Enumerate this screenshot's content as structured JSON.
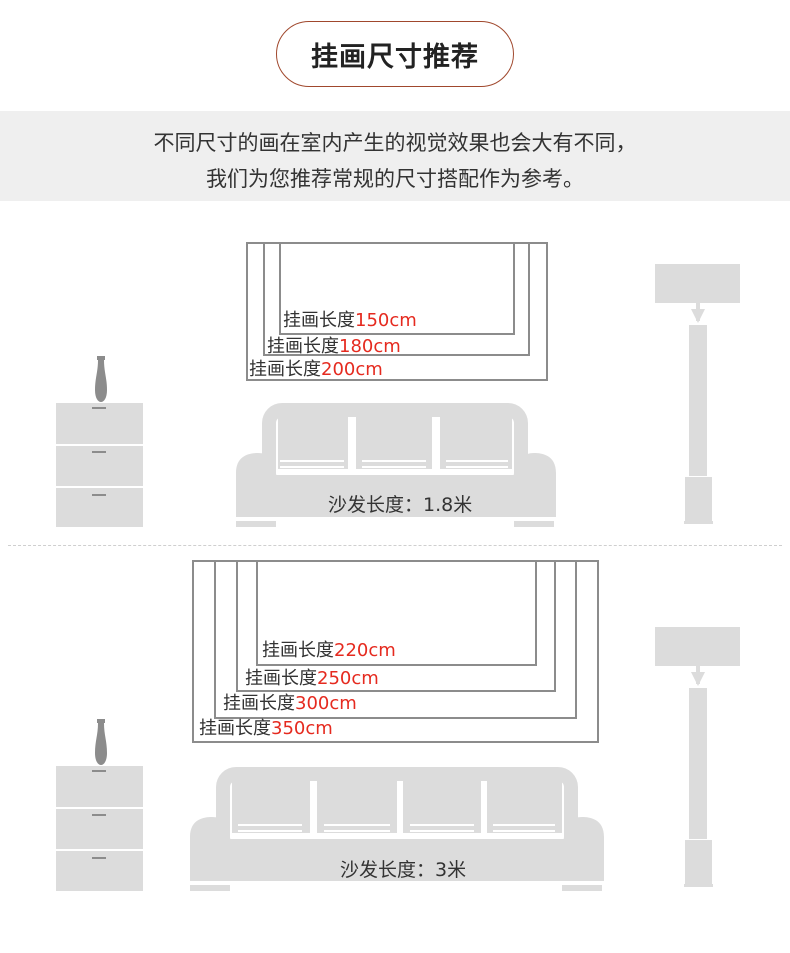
{
  "header": {
    "title": "挂画尺寸推荐"
  },
  "intro": {
    "line1": "不同尺寸的画在室内产生的视觉效果也会大有不同，",
    "line2": "我们为您推荐常规的尺寸搭配作为参考。"
  },
  "scenes": [
    {
      "frames": [
        {
          "prefix": "挂画长度",
          "size": "150cm"
        },
        {
          "prefix": "挂画长度",
          "size": "180cm"
        },
        {
          "prefix": "挂画长度",
          "size": "200cm"
        }
      ],
      "sofa_label": "沙发长度：1.8米"
    },
    {
      "frames": [
        {
          "prefix": "挂画长度",
          "size": "220cm"
        },
        {
          "prefix": "挂画长度",
          "size": "250cm"
        },
        {
          "prefix": "挂画长度",
          "size": "300cm"
        },
        {
          "prefix": "挂画长度",
          "size": "350cm"
        }
      ],
      "sofa_label": "沙发长度：3米"
    }
  ],
  "colors": {
    "accent_border": "#a0482d",
    "highlight_text": "#e52a1f",
    "furniture_gray": "#dcdcdc",
    "frame_gray": "#8c8c8c"
  }
}
